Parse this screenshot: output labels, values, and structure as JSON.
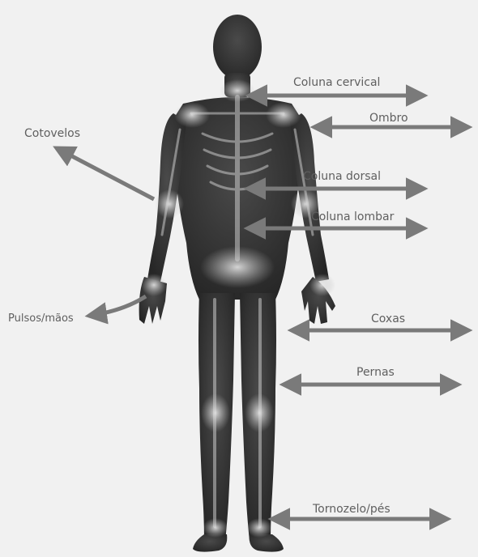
{
  "diagram": {
    "labels": {
      "coluna_cervical": "Coluna cervical",
      "ombro": "Ombro",
      "cotovelos": "Cotovelos",
      "coluna_dorsal": "Coluna dorsal",
      "coluna_lombar": "Coluna lombar",
      "pulsos_maos": "Pulsos/mãos",
      "coxas": "Coxas",
      "pernas": "Pernas",
      "tornozelo_pes": "Tornozelo/pés"
    },
    "colors": {
      "background": "#f1f1f1",
      "arrow": "#7a7a7a",
      "label_text": "#5f5f5f",
      "figure_dark": "#2b2b2b",
      "bone_highlight": "#d9d9d9"
    }
  }
}
